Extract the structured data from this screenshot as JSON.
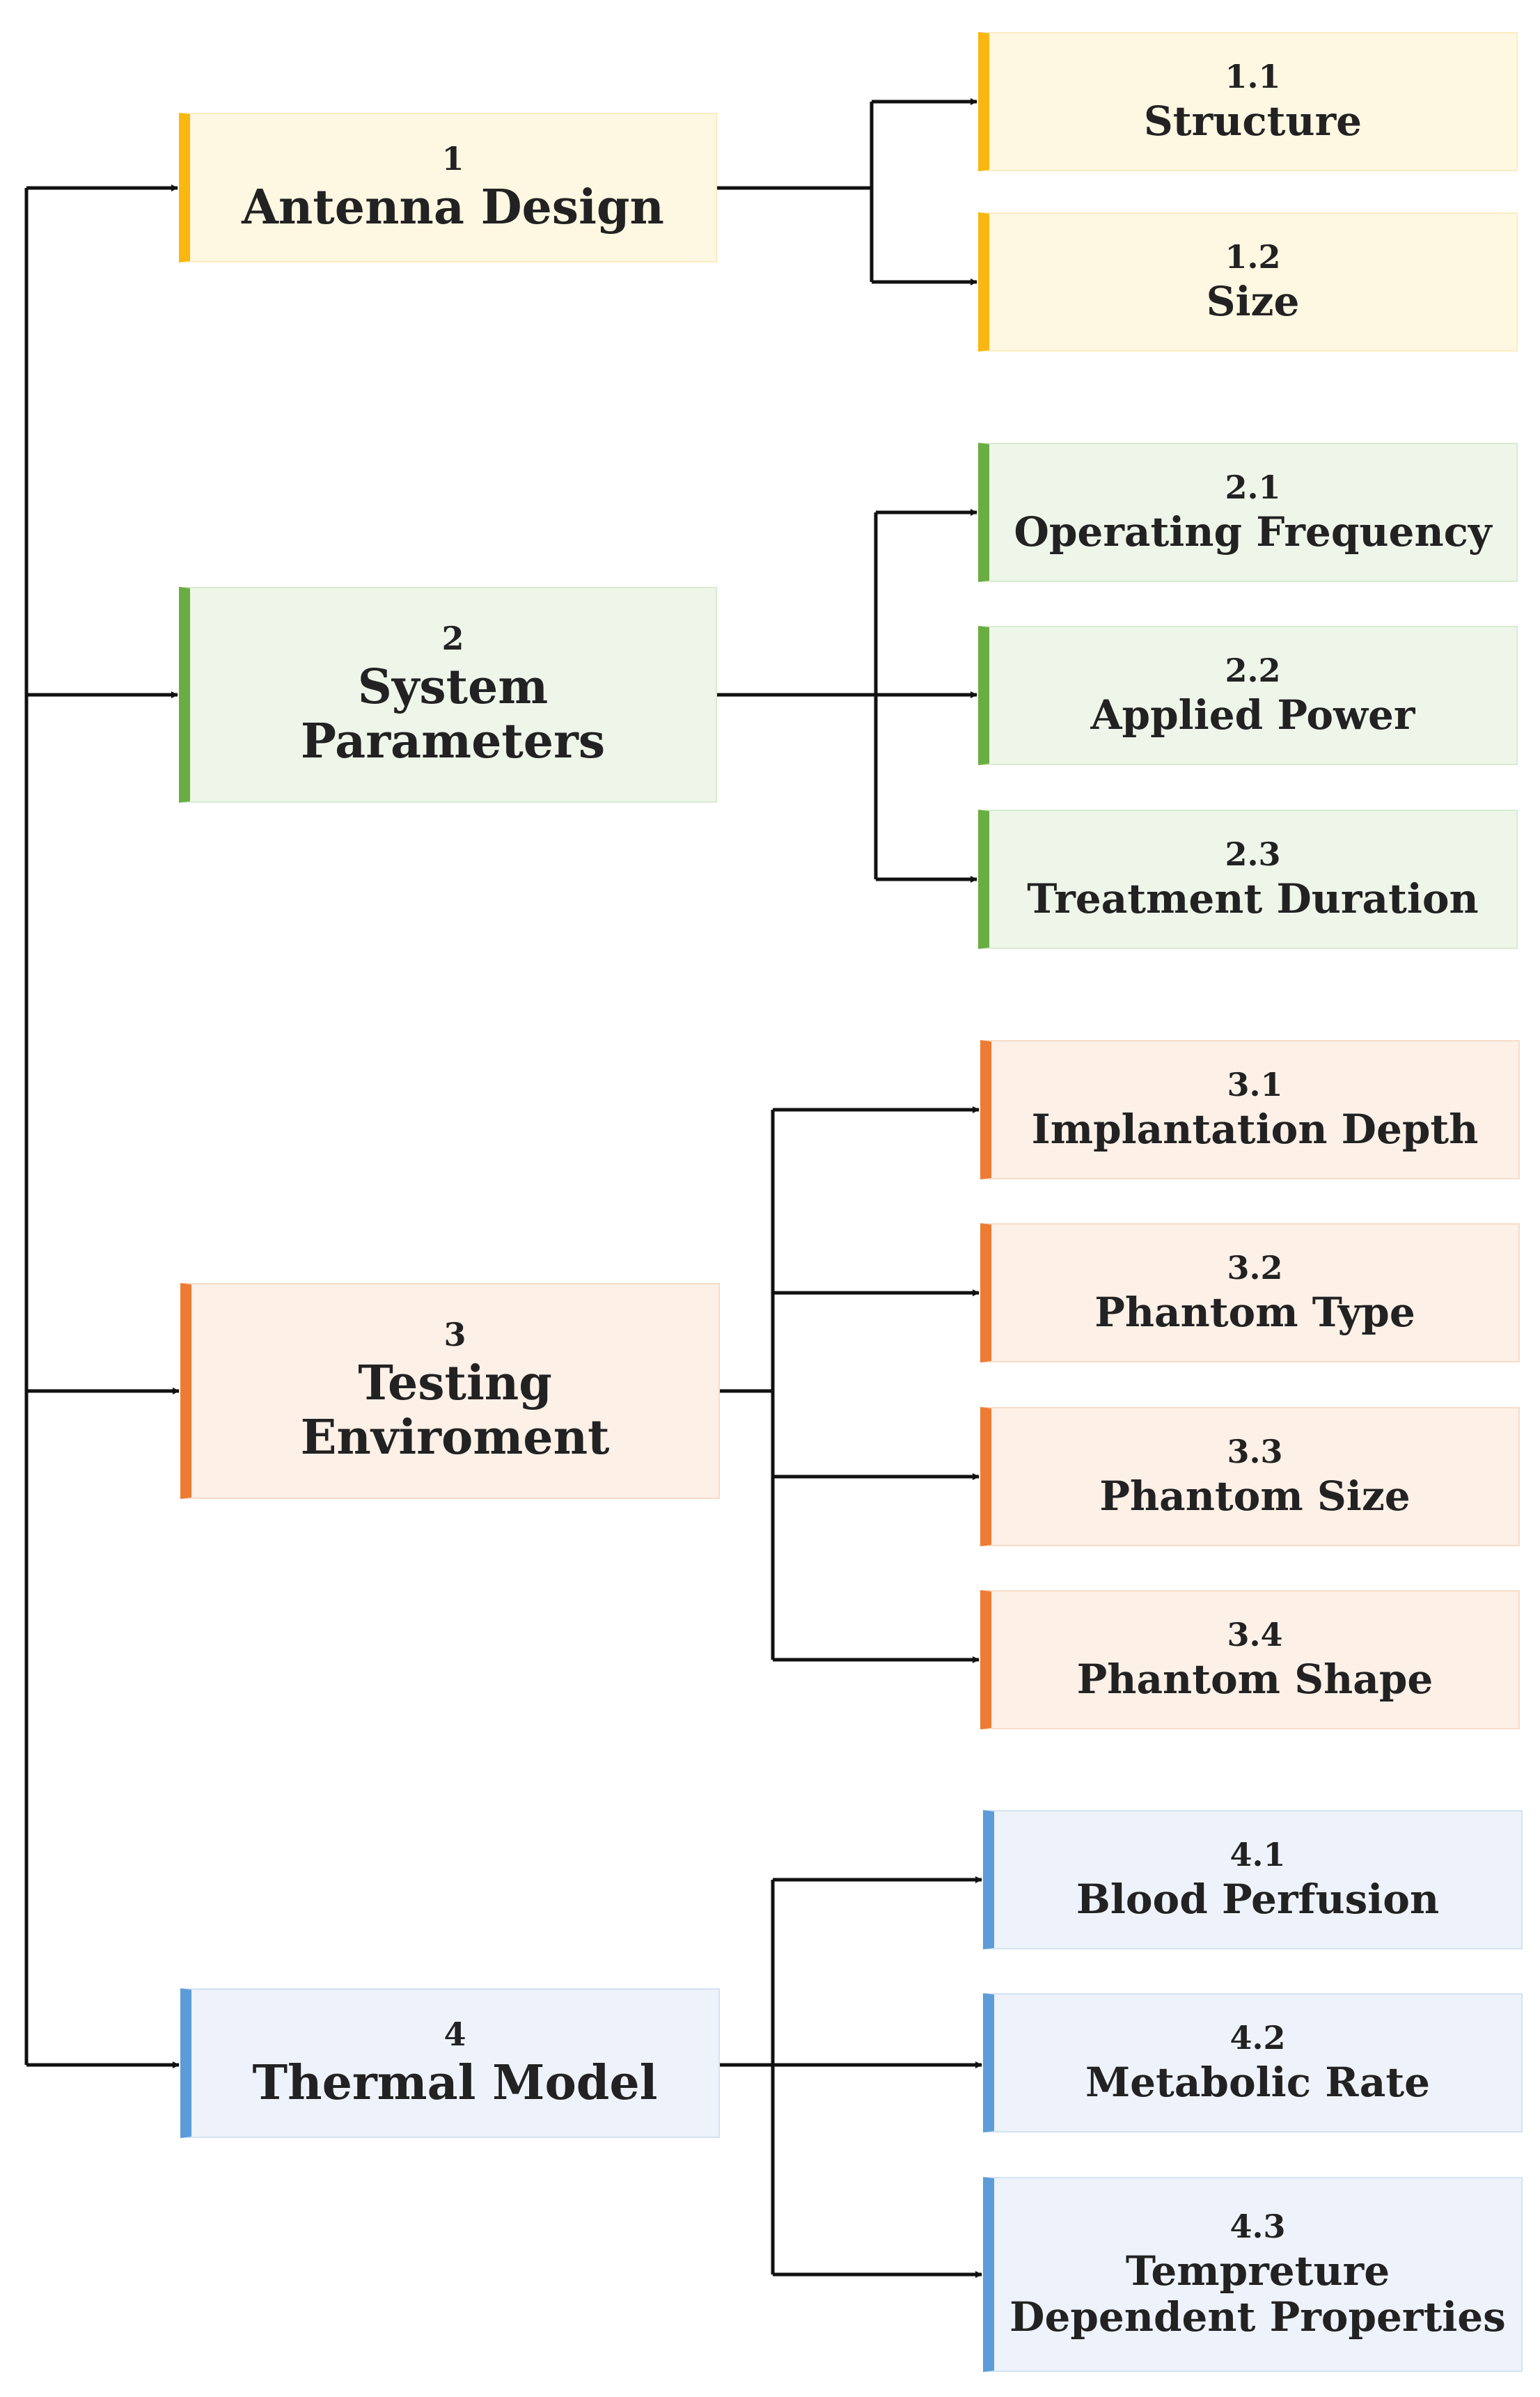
{
  "diagram": {
    "main": [
      {
        "number": "1",
        "title": "Antenna Design"
      },
      {
        "number": "2",
        "title": "System\nParameters"
      },
      {
        "number": "3",
        "title": "Testing\nEnviroment"
      },
      {
        "number": "4",
        "title": "Thermal Model"
      }
    ],
    "sub": [
      {
        "number": "1.1",
        "title": "Structure"
      },
      {
        "number": "1.2",
        "title": "Size"
      },
      {
        "number": "2.1",
        "title": "Operating Frequency"
      },
      {
        "number": "2.2",
        "title": "Applied Power"
      },
      {
        "number": "2.3",
        "title": "Treatment Duration"
      },
      {
        "number": "3.1",
        "title": "Implantation Depth"
      },
      {
        "number": "3.2",
        "title": "Phantom Type"
      },
      {
        "number": "3.3",
        "title": "Phantom Size"
      },
      {
        "number": "3.4",
        "title": "Phantom Shape"
      },
      {
        "number": "4.1",
        "title": "Blood Perfusion"
      },
      {
        "number": "4.2",
        "title": "Metabolic Rate"
      },
      {
        "number": "4.3",
        "title": "Tempreture\nDependent Properties"
      }
    ],
    "colors": {
      "yellow_accent": "#f9b70f",
      "yellow_fill": "#fef7e2",
      "green_accent": "#6aad43",
      "green_fill": "#eef6e9",
      "orange_accent": "#ee7b33",
      "orange_fill": "#fcf0e7",
      "blue_accent": "#5c9cd8",
      "blue_fill": "#eef3fb",
      "connector": "#111111"
    }
  }
}
